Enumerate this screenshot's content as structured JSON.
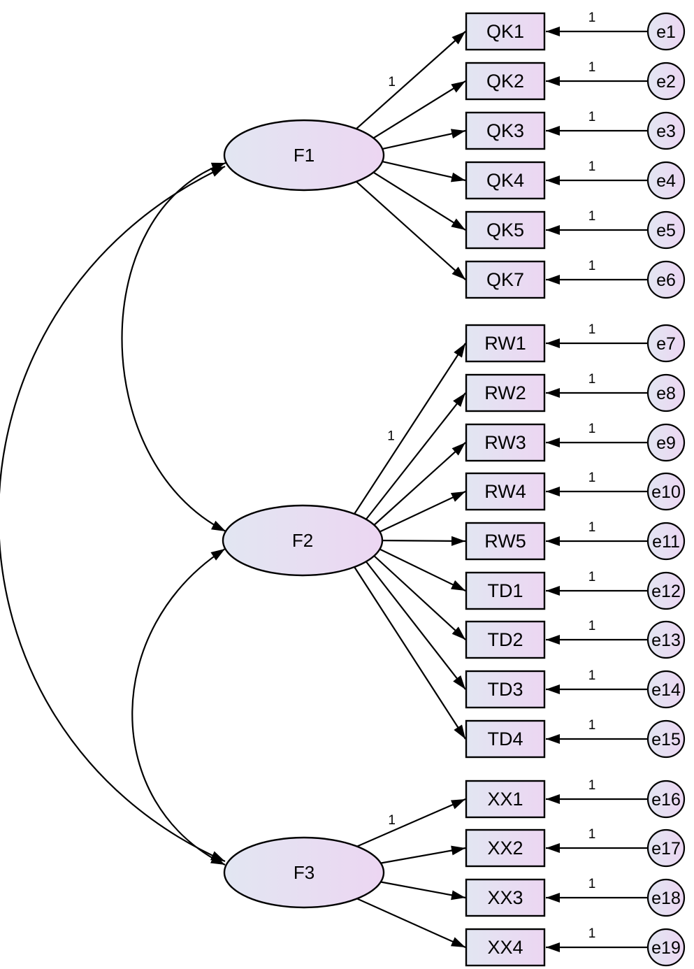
{
  "latents": [
    {
      "id": "F1",
      "label": "F1",
      "paths": [
        {
          "indicator": "QK1",
          "weight": "1"
        },
        {
          "indicator": "QK2"
        },
        {
          "indicator": "QK3"
        },
        {
          "indicator": "QK4"
        },
        {
          "indicator": "QK5"
        },
        {
          "indicator": "QK7"
        }
      ]
    },
    {
      "id": "F2",
      "label": "F2",
      "paths": [
        {
          "indicator": "RW1",
          "weight": "1"
        },
        {
          "indicator": "RW2"
        },
        {
          "indicator": "RW3"
        },
        {
          "indicator": "RW4"
        },
        {
          "indicator": "RW5"
        },
        {
          "indicator": "TD1"
        },
        {
          "indicator": "TD2"
        },
        {
          "indicator": "TD3"
        },
        {
          "indicator": "TD4"
        }
      ]
    },
    {
      "id": "F3",
      "label": "F3",
      "paths": [
        {
          "indicator": "XX1",
          "weight": "1"
        },
        {
          "indicator": "XX2"
        },
        {
          "indicator": "XX3"
        },
        {
          "indicator": "XX4"
        }
      ]
    }
  ],
  "indicators": [
    {
      "label": "QK1",
      "error": "e1",
      "weight": "1"
    },
    {
      "label": "QK2",
      "error": "e2",
      "weight": "1"
    },
    {
      "label": "QK3",
      "error": "e3",
      "weight": "1"
    },
    {
      "label": "QK4",
      "error": "e4",
      "weight": "1"
    },
    {
      "label": "QK5",
      "error": "e5",
      "weight": "1"
    },
    {
      "label": "QK7",
      "error": "e6",
      "weight": "1"
    },
    {
      "label": "RW1",
      "error": "e7",
      "weight": "1"
    },
    {
      "label": "RW2",
      "error": "e8",
      "weight": "1"
    },
    {
      "label": "RW3",
      "error": "e9",
      "weight": "1"
    },
    {
      "label": "RW4",
      "error": "e10",
      "weight": "1"
    },
    {
      "label": "RW5",
      "error": "e11",
      "weight": "1"
    },
    {
      "label": "TD1",
      "error": "e12",
      "weight": "1"
    },
    {
      "label": "TD2",
      "error": "e13",
      "weight": "1"
    },
    {
      "label": "TD3",
      "error": "e14",
      "weight": "1"
    },
    {
      "label": "TD4",
      "error": "e15",
      "weight": "1"
    },
    {
      "label": "XX1",
      "error": "e16",
      "weight": "1"
    },
    {
      "label": "XX2",
      "error": "e17",
      "weight": "1"
    },
    {
      "label": "XX3",
      "error": "e18",
      "weight": "1"
    },
    {
      "label": "XX4",
      "error": "e19",
      "weight": "1"
    }
  ],
  "covariances": [
    {
      "from": "F1",
      "to": "F2"
    },
    {
      "from": "F2",
      "to": "F3"
    },
    {
      "from": "F1",
      "to": "F3"
    }
  ],
  "colors": {
    "fill_start": "#e2e6f2",
    "fill_end": "#ecd6f2",
    "stroke": "#000000"
  }
}
